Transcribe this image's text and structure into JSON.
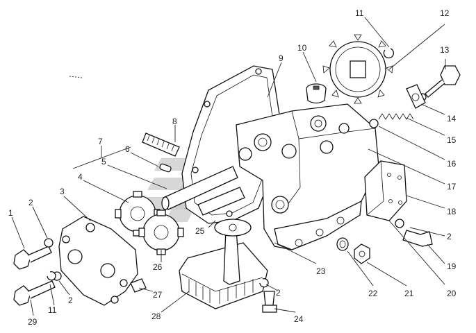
{
  "colors": {
    "line": "#111111",
    "background": "#ffffff",
    "watermark": "#c9c9c9"
  },
  "callouts": [
    {
      "id": "c1",
      "text": "1"
    },
    {
      "id": "c2a",
      "text": "2"
    },
    {
      "id": "c3",
      "text": "3"
    },
    {
      "id": "c4",
      "text": "4"
    },
    {
      "id": "c5",
      "text": "5"
    },
    {
      "id": "c6",
      "text": "6"
    },
    {
      "id": "c7",
      "text": "7"
    },
    {
      "id": "c8",
      "text": "8"
    },
    {
      "id": "c9",
      "text": "9"
    },
    {
      "id": "c10",
      "text": "10"
    },
    {
      "id": "c11a",
      "text": "11"
    },
    {
      "id": "c12",
      "text": "12"
    },
    {
      "id": "c13",
      "text": "13"
    },
    {
      "id": "c14",
      "text": "14"
    },
    {
      "id": "c15",
      "text": "15"
    },
    {
      "id": "c16",
      "text": "16"
    },
    {
      "id": "c17",
      "text": "17"
    },
    {
      "id": "c18",
      "text": "18"
    },
    {
      "id": "c2b",
      "text": "2"
    },
    {
      "id": "c19",
      "text": "19"
    },
    {
      "id": "c20",
      "text": "20"
    },
    {
      "id": "c21",
      "text": "21"
    },
    {
      "id": "c22",
      "text": "22"
    },
    {
      "id": "c23",
      "text": "23"
    },
    {
      "id": "c2c",
      "text": "2"
    },
    {
      "id": "c24",
      "text": "24"
    },
    {
      "id": "c25",
      "text": "25"
    },
    {
      "id": "c26",
      "text": "26"
    },
    {
      "id": "c27",
      "text": "27"
    },
    {
      "id": "c28",
      "text": "28"
    },
    {
      "id": "c2d",
      "text": "2"
    },
    {
      "id": "c11b",
      "text": "11"
    },
    {
      "id": "c29",
      "text": "29"
    }
  ]
}
